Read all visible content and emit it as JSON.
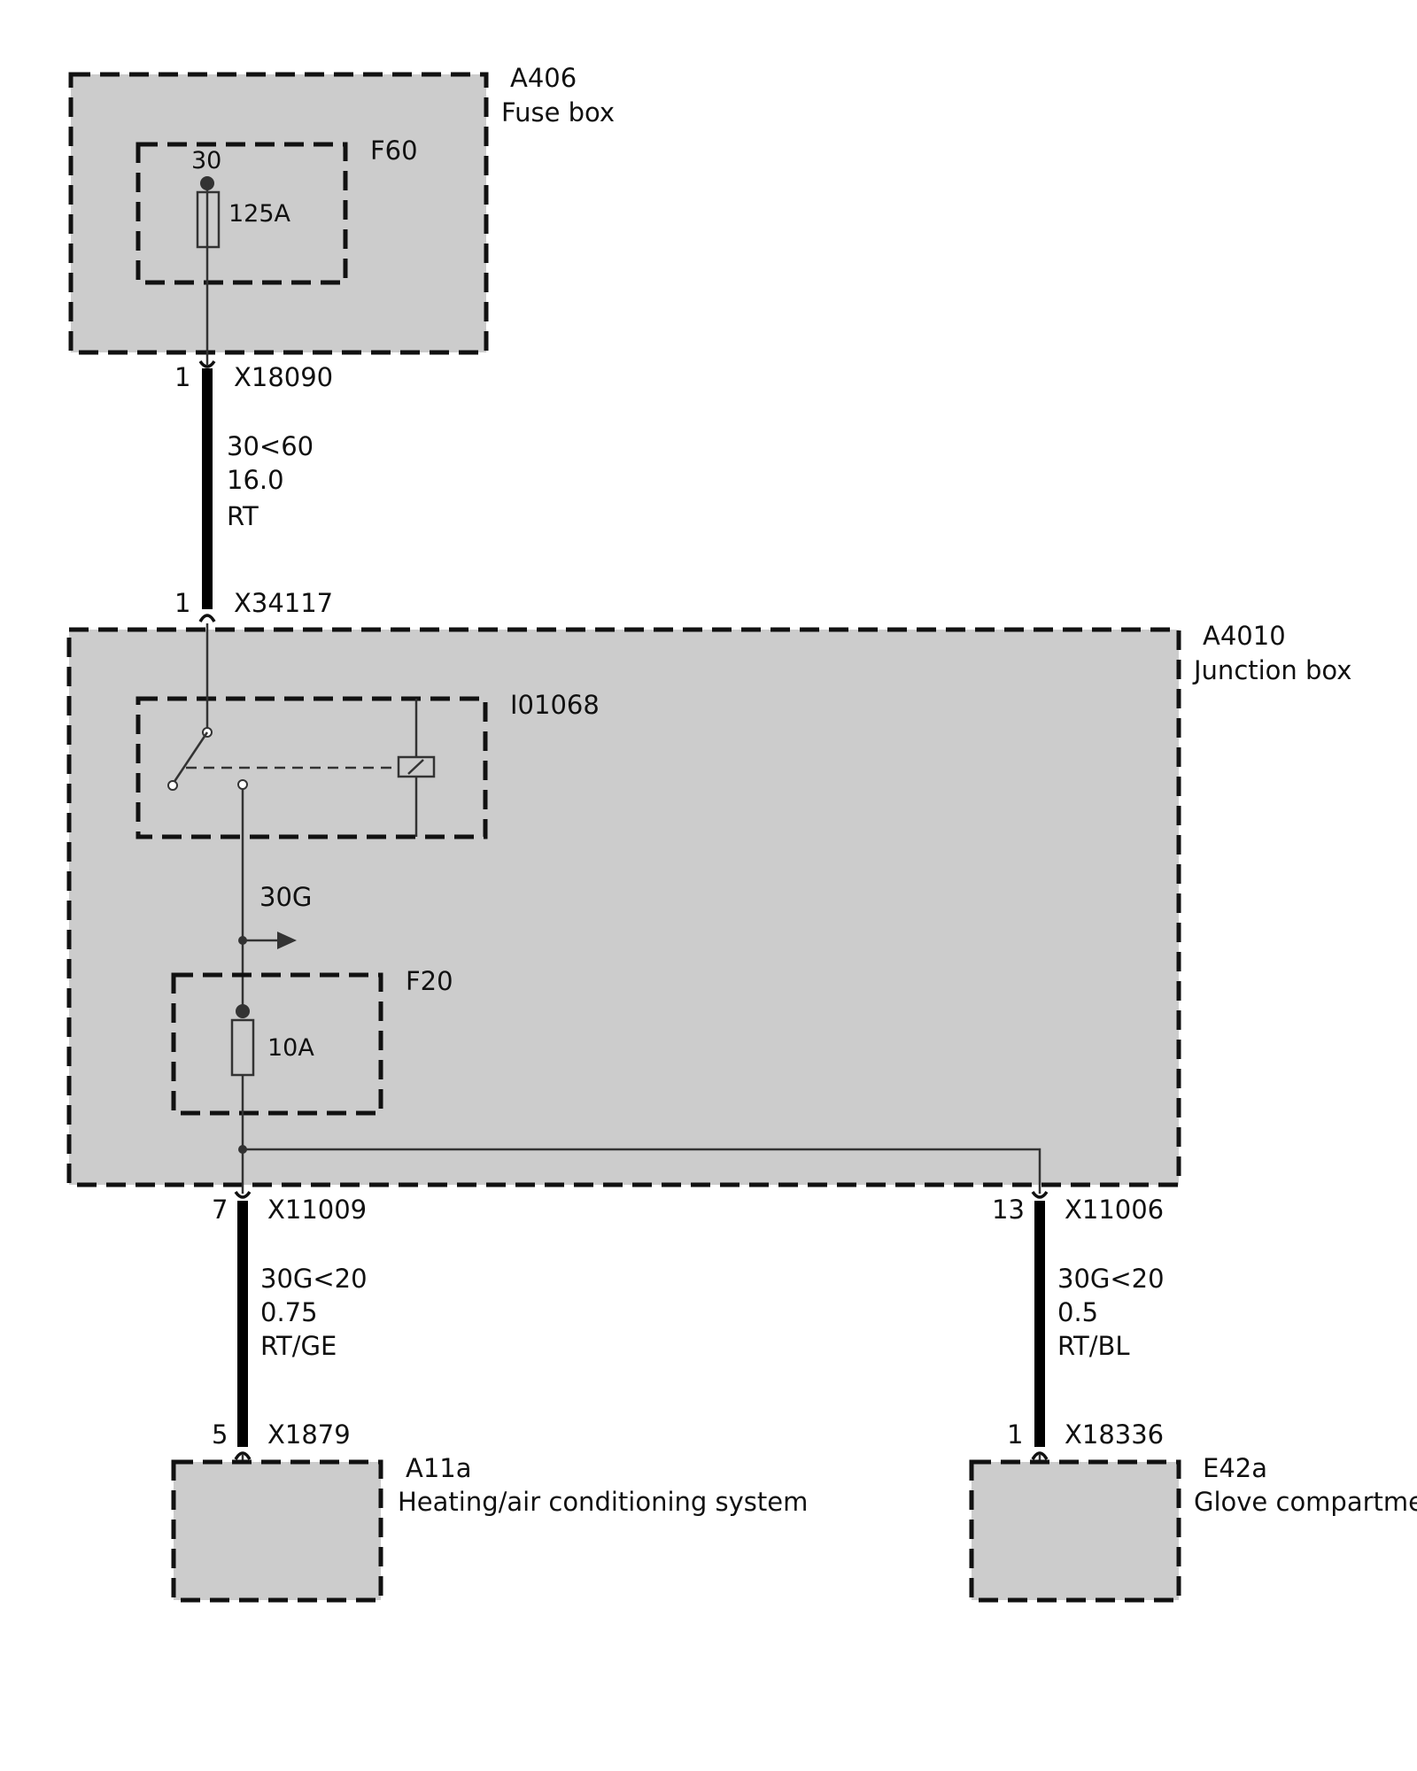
{
  "components": {
    "fuse_box": {
      "id": "A406",
      "name": "Fuse box"
    },
    "fuse_f60": {
      "id": "F60",
      "terminal": "30",
      "rating": "125A"
    },
    "junction_box": {
      "id": "A4010",
      "name": "Junction box"
    },
    "relay": {
      "id": "I01068"
    },
    "fuse_f20": {
      "id": "F20",
      "rating": "10A"
    },
    "hvac": {
      "id": "A11a",
      "name": "Heating/air conditioning system"
    },
    "glove": {
      "id": "E42a",
      "name": "Glove compartme"
    }
  },
  "branch_label": "30G",
  "connectors": {
    "x18090": {
      "pin": "1",
      "id": "X18090"
    },
    "x34117": {
      "pin": "1",
      "id": "X34117"
    },
    "x11009": {
      "pin": "7",
      "id": "X11009"
    },
    "x11006": {
      "pin": "13",
      "id": "X11006"
    },
    "x1879": {
      "pin": "5",
      "id": "X1879"
    },
    "x18336": {
      "pin": "1",
      "id": "X18336"
    }
  },
  "wires": {
    "main": {
      "circuit": "30<60",
      "size": "16.0",
      "color": "RT"
    },
    "hvac": {
      "circuit": "30G<20",
      "size": "0.75",
      "color": "RT/GE"
    },
    "glove": {
      "circuit": "30G<20",
      "size": "0.5",
      "color": "RT/BL"
    }
  },
  "colors": {
    "box_fill": "#cccccc",
    "line": "#000000"
  }
}
